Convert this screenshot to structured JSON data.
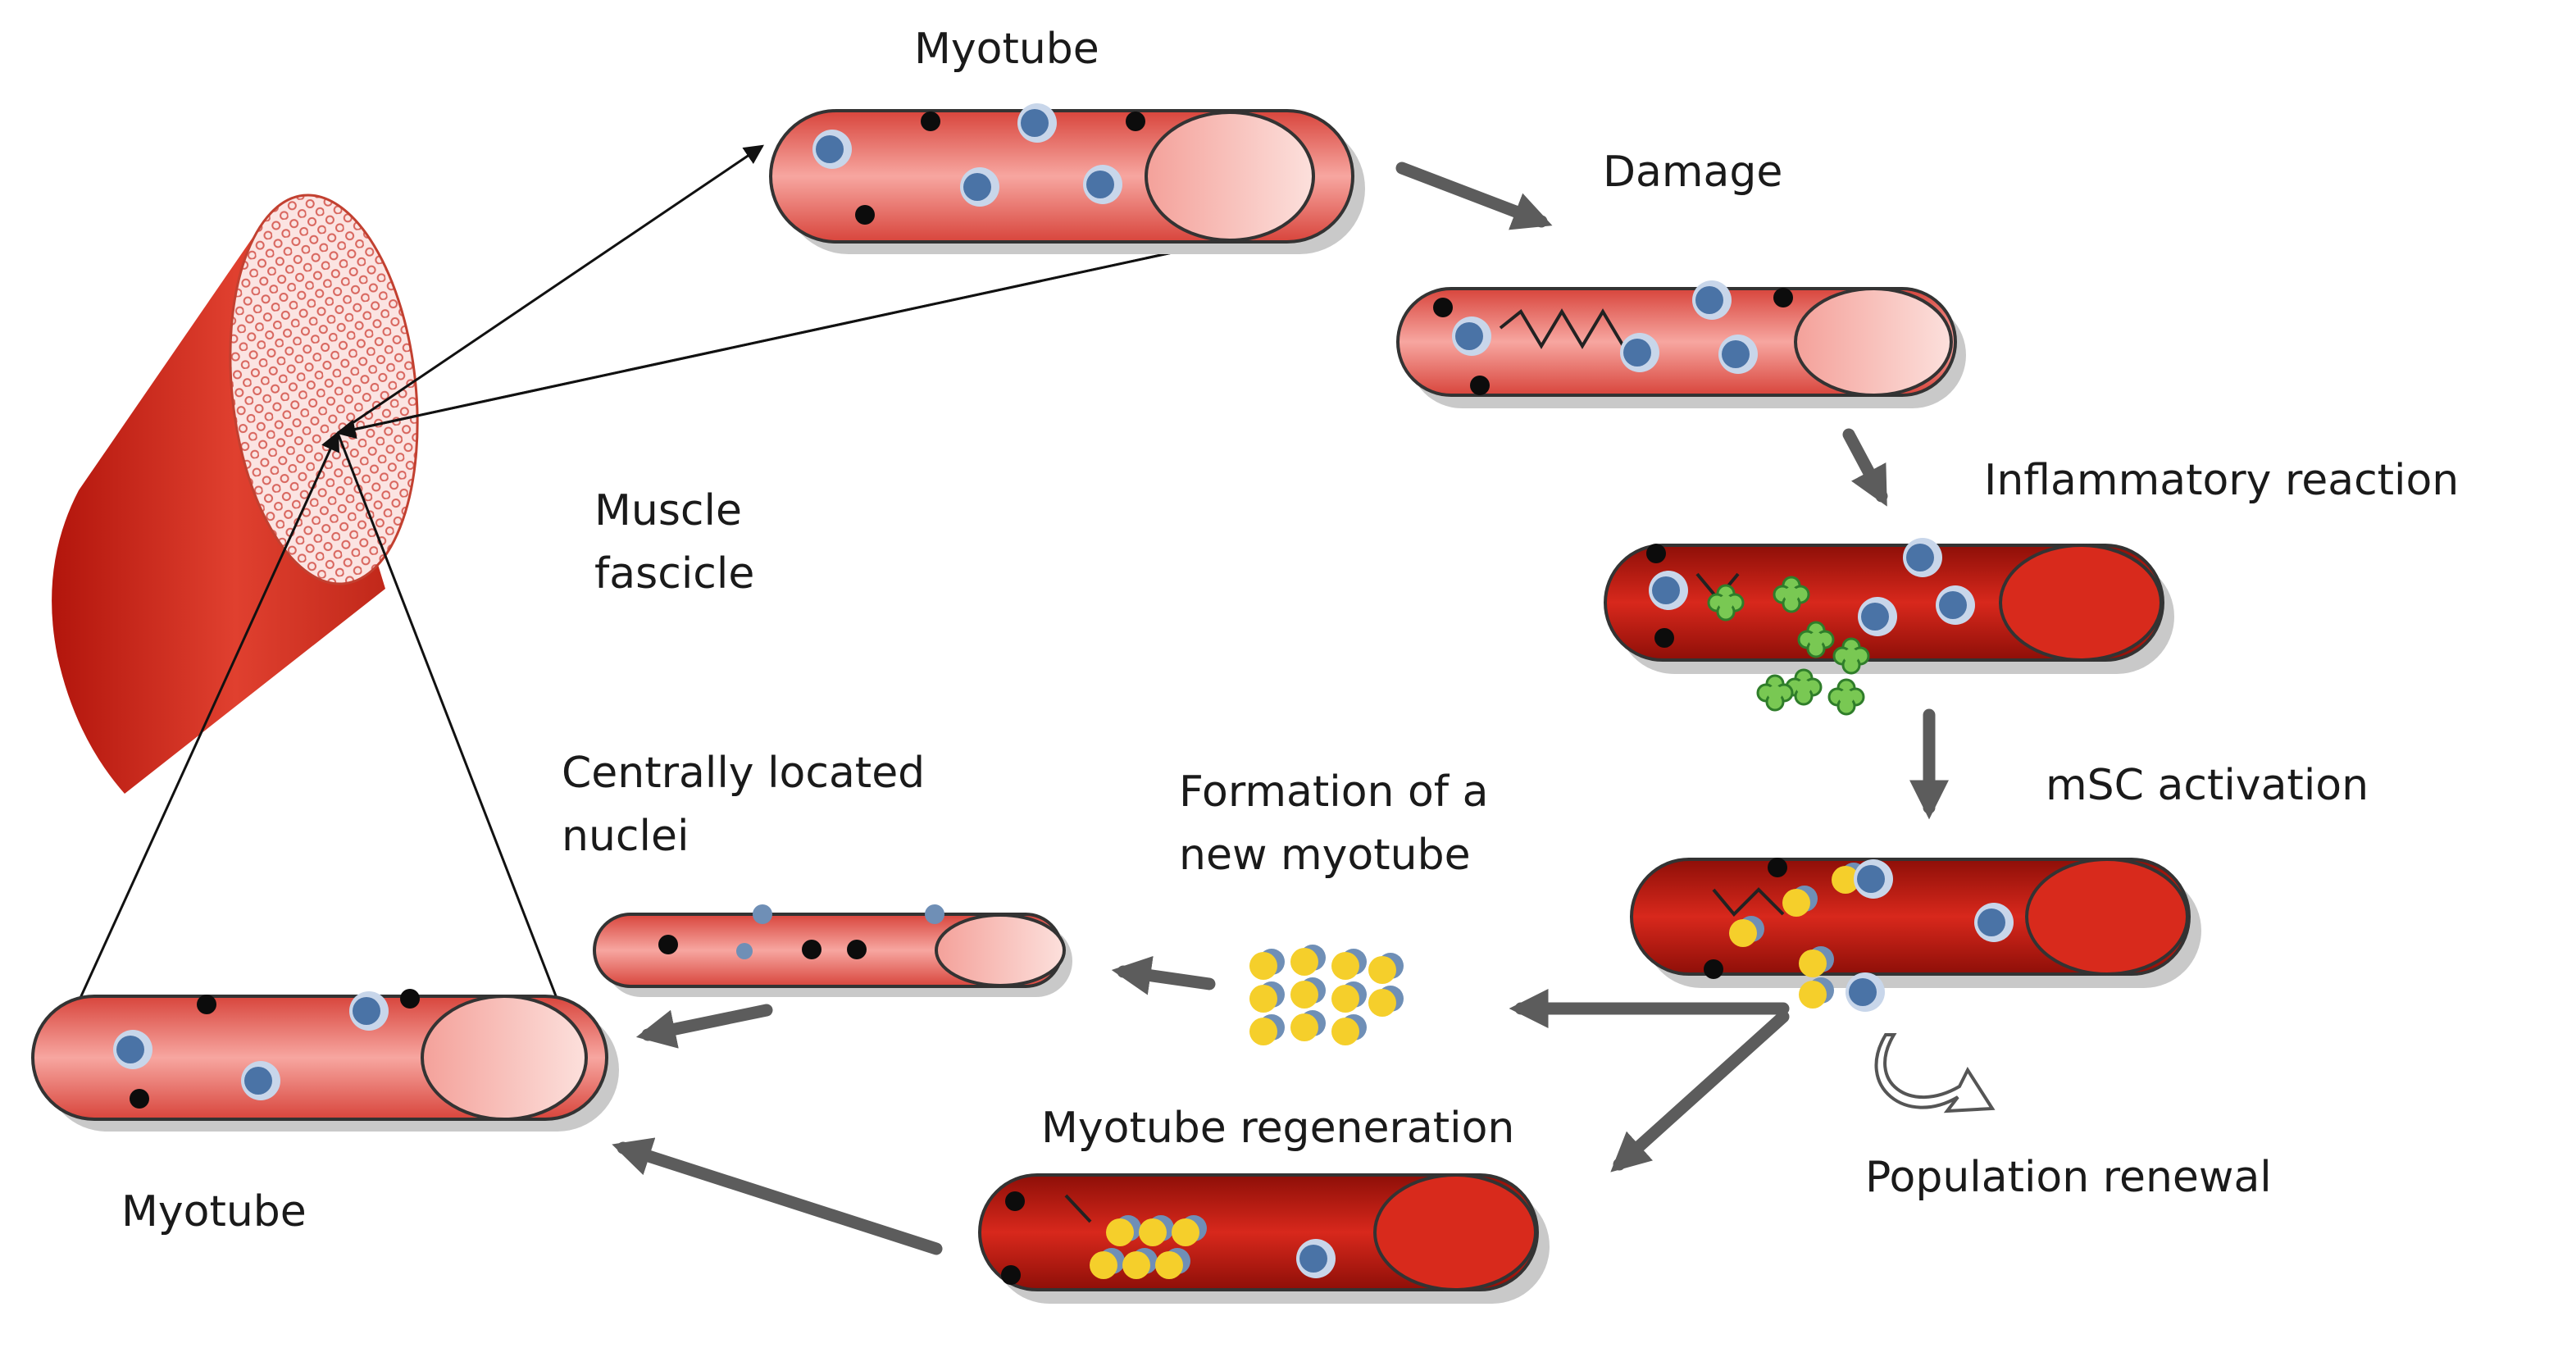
{
  "labels": {
    "myotube_top": "Myotube",
    "damage": "Damage",
    "inflammatory": "Inflammatory reaction",
    "msc": "mSC activation",
    "fascicle_line1": "Muscle",
    "fascicle_line2": "fascicle",
    "central_line1": "Centrally located",
    "central_line2": "nuclei",
    "formation_line1": "Formation of a",
    "formation_line2": "new myotube",
    "regeneration": "Myotube regeneration",
    "population": "Population renewal",
    "myotube_bottom": "Myotube"
  },
  "colors": {
    "fiber_light": "#f0857c",
    "fiber_dark": "#c1180e",
    "nucleus_blue": "#4a73a6",
    "satellite_yellow": "#f5cf2b",
    "immune_green": "#6cbf47",
    "arrow_gray": "#5c5c5c"
  }
}
